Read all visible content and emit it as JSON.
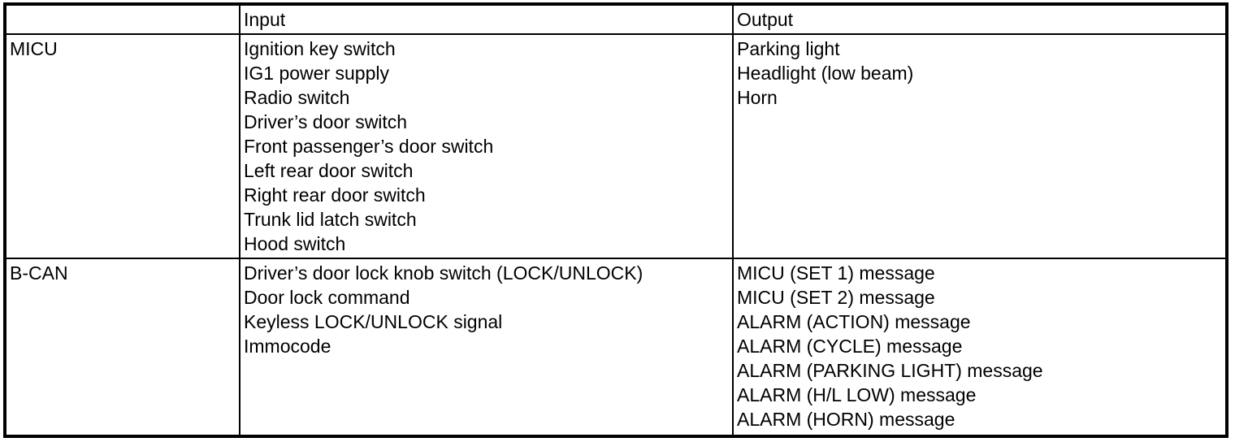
{
  "table": {
    "headers": {
      "unit": "",
      "input": "Input",
      "output": "Output"
    },
    "rows": [
      {
        "unit": "MICU",
        "inputs": [
          "Ignition key switch",
          "IG1 power supply",
          "Radio switch",
          "Driver’s door switch",
          "Front passenger’s door switch",
          "Left rear door switch",
          "Right rear door switch",
          "Trunk lid latch switch",
          "Hood switch"
        ],
        "outputs": [
          "Parking light",
          "Headlight (low beam)",
          "Horn"
        ]
      },
      {
        "unit": "B-CAN",
        "inputs": [
          "Driver’s door lock knob switch (LOCK/UNLOCK)",
          "Door lock command",
          "Keyless LOCK/UNLOCK signal",
          "Immocode"
        ],
        "outputs": [
          "MICU (SET 1) message",
          "MICU (SET 2) message",
          "ALARM (ACTION) message",
          "ALARM (CYCLE) message",
          "ALARM (PARKING LIGHT) message",
          "ALARM (H/L LOW) message",
          "ALARM (HORN) message"
        ]
      }
    ],
    "colors": {
      "border": "#000000",
      "text": "#000000",
      "background": "#ffffff"
    }
  }
}
